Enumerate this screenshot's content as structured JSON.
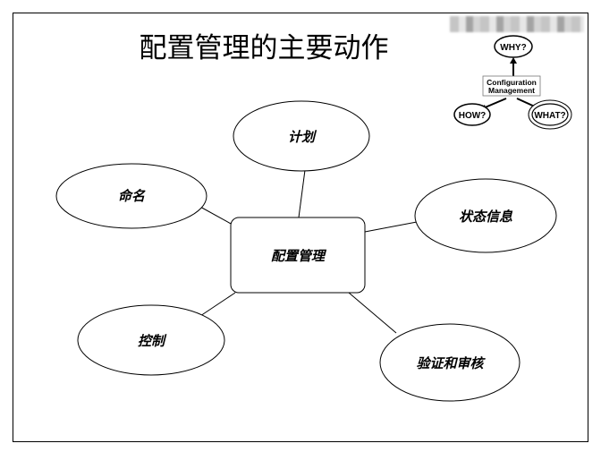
{
  "slide": {
    "title": "配置管理的主要动作"
  },
  "diagram": {
    "center": "配置管理",
    "nodes": {
      "plan": "计划",
      "naming": "命名",
      "status": "状态信息",
      "control": "控制",
      "verify": "验证和审核"
    }
  },
  "logo": {
    "why": "WHY?",
    "how": "HOW?",
    "what": "WHAT?",
    "center_line1": "Configuration",
    "center_line2": "Management"
  }
}
